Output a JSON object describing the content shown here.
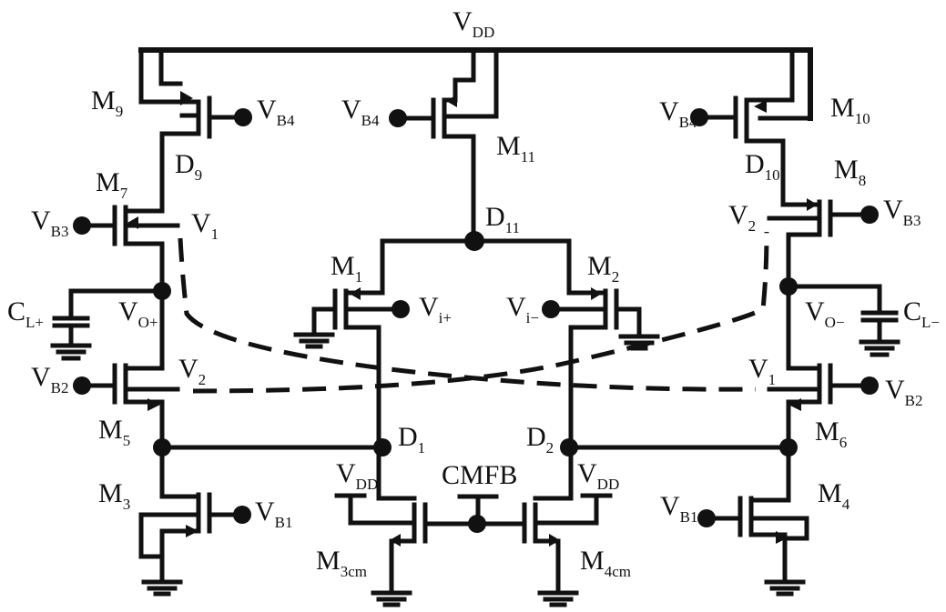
{
  "labels": {
    "vdd_main": {
      "text": "V",
      "sub": "DD"
    },
    "m9": {
      "text": "M",
      "sub": "9"
    },
    "m10": {
      "text": "M",
      "sub": "10"
    },
    "m11": {
      "text": "M",
      "sub": "11"
    },
    "m7": {
      "text": "M",
      "sub": "7"
    },
    "m8": {
      "text": "M",
      "sub": "8"
    },
    "m1": {
      "text": "M",
      "sub": "1"
    },
    "m2": {
      "text": "M",
      "sub": "2"
    },
    "m5": {
      "text": "M",
      "sub": "5"
    },
    "m6": {
      "text": "M",
      "sub": "6"
    },
    "m3": {
      "text": "M",
      "sub": "3"
    },
    "m4": {
      "text": "M",
      "sub": "4"
    },
    "m3cm": {
      "text": "M",
      "sub": "3cm"
    },
    "m4cm": {
      "text": "M",
      "sub": "4cm"
    },
    "vb4_left": {
      "text": "V",
      "sub": "B4"
    },
    "vb4_mid": {
      "text": "V",
      "sub": "B4"
    },
    "vb4_right": {
      "text": "V",
      "sub": "B4"
    },
    "vb3_left": {
      "text": "V",
      "sub": "B3"
    },
    "vb3_right": {
      "text": "V",
      "sub": "B3"
    },
    "vb2_left": {
      "text": "V",
      "sub": "B2"
    },
    "vb2_right": {
      "text": "V",
      "sub": "B2"
    },
    "vb1_left": {
      "text": "V",
      "sub": "B1"
    },
    "vb1_right": {
      "text": "V",
      "sub": "B1"
    },
    "d9": {
      "text": "D",
      "sub": "9"
    },
    "d10": {
      "text": "D",
      "sub": "10"
    },
    "d11": {
      "text": "D",
      "sub": "11"
    },
    "d1": {
      "text": "D",
      "sub": "1"
    },
    "d2": {
      "text": "D",
      "sub": "2"
    },
    "v1_left": {
      "text": "V",
      "sub": "1"
    },
    "v2_left": {
      "text": "V",
      "sub": "2"
    },
    "v1_right": {
      "text": "V",
      "sub": "1"
    },
    "v2_right": {
      "text": "V",
      "sub": "2"
    },
    "vip": {
      "text": "V",
      "sub": "i+"
    },
    "vim": {
      "text": "V",
      "sub": "i−"
    },
    "vop": {
      "text": "V",
      "sub": "O+"
    },
    "vom": {
      "text": "V",
      "sub": "O−"
    },
    "clp": {
      "text": "C",
      "sub": "L+"
    },
    "clm": {
      "text": "C",
      "sub": "L−"
    },
    "vdd_left": {
      "text": "V",
      "sub": "DD"
    },
    "vdd_right": {
      "text": "V",
      "sub": "DD"
    },
    "cmfb": {
      "text": "CMFB",
      "sub": ""
    }
  }
}
